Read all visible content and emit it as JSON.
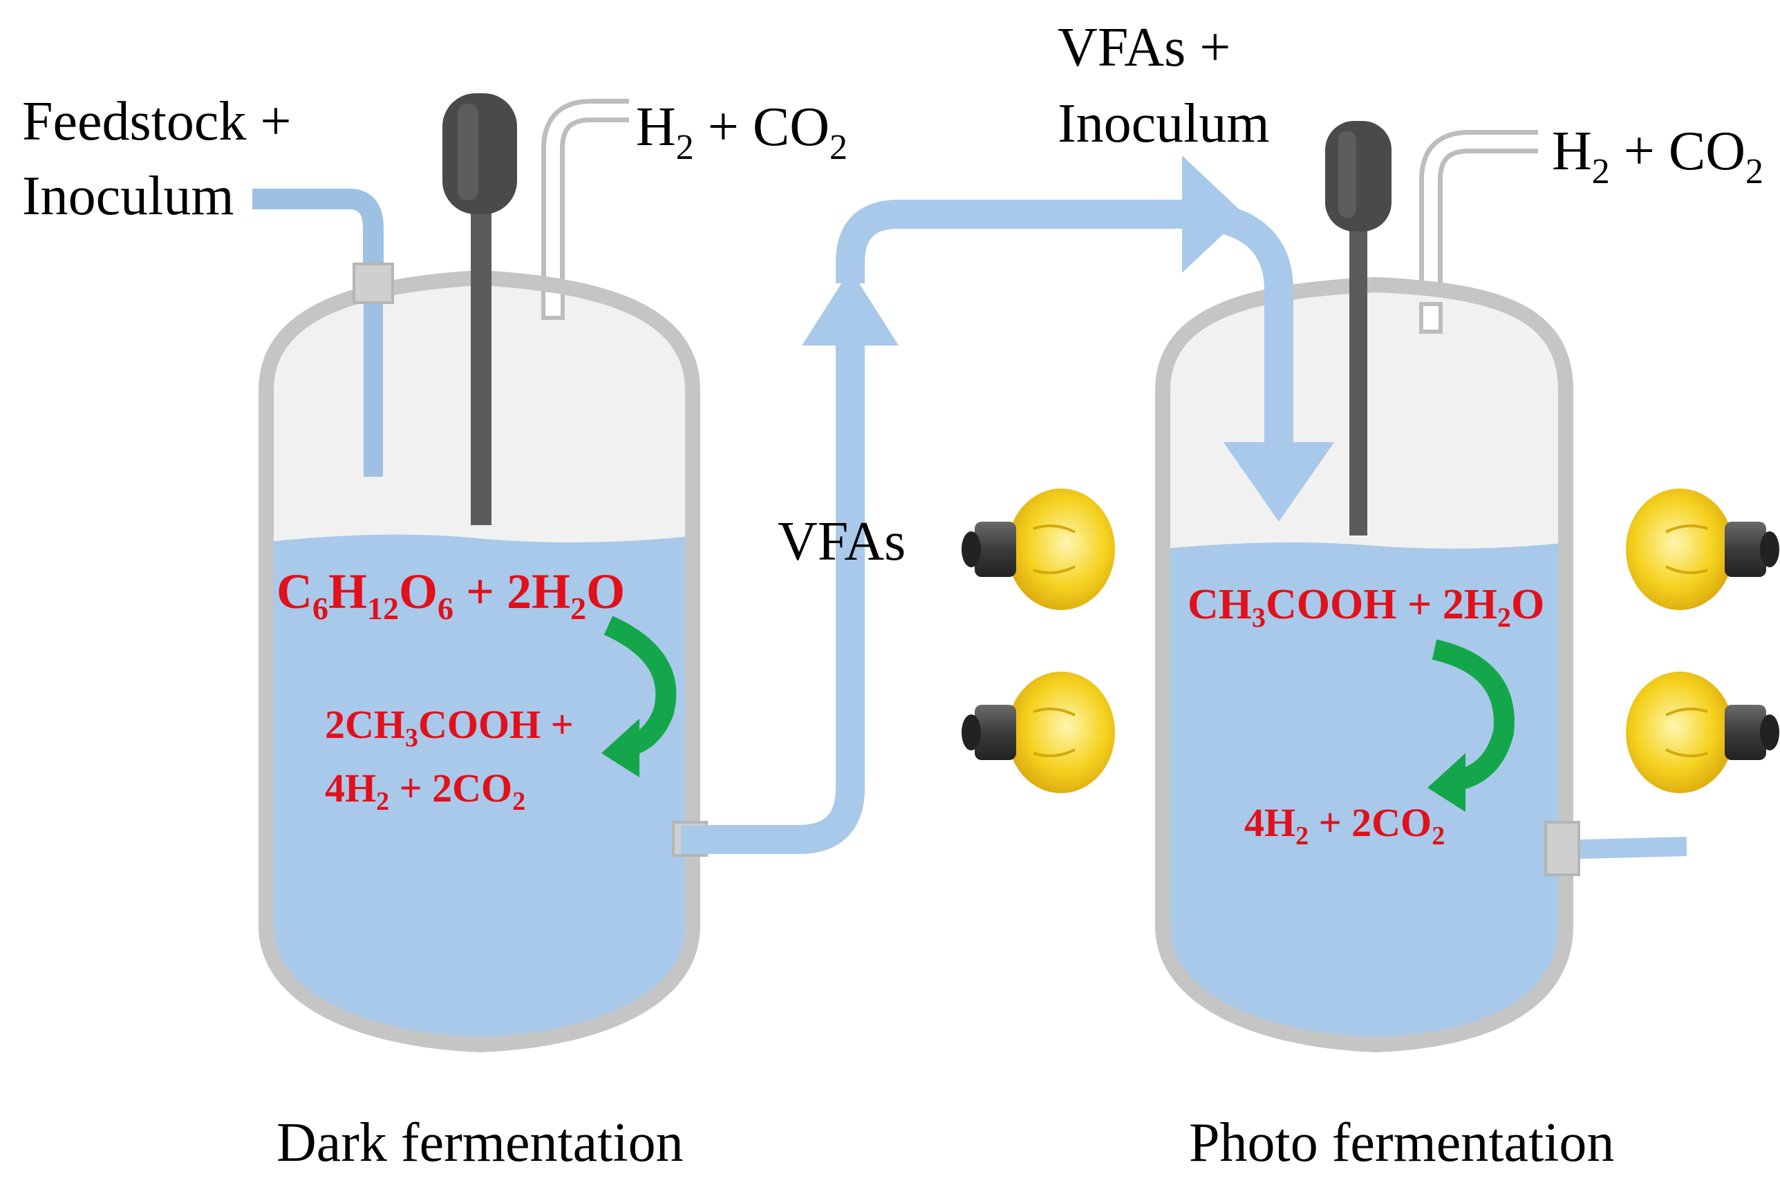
{
  "inputs": {
    "feed_line1": "Feedstock +",
    "feed_line2": "Inoculum",
    "transfer_line1": "VFAs +",
    "transfer_line2": "Inoculum"
  },
  "gas_outputs": {
    "left": {
      "h": "H",
      "sub2": "2",
      "plus": " + CO",
      "subco2": "2"
    },
    "right": {
      "h": "H",
      "sub2": "2",
      "plus": " + CO",
      "subco2": "2"
    }
  },
  "vfa_label": "VFAs",
  "dark": {
    "caption": "Dark fermentation",
    "eq1": {
      "a": "C",
      "s1": "6",
      "b": "H",
      "s2": "12",
      "c": "O",
      "s3": "6",
      "d": " + 2H",
      "s4": "2",
      "e": "O"
    },
    "eq2_line1": {
      "a": "2CH",
      "s1": "3",
      "b": "COOH +"
    },
    "eq2_line2": {
      "a": "4H",
      "s1": "2",
      "b": " + 2CO",
      "s2": "2"
    }
  },
  "photo": {
    "caption": "Photo fermentation",
    "eq1": {
      "a": "CH",
      "s1": "3",
      "b": "COOH + 2H",
      "s2": "2",
      "c": "O"
    },
    "eq2": {
      "a": "4H",
      "s1": "2",
      "b": " + 2CO",
      "s2": "2"
    }
  },
  "colors": {
    "liquid": "#a9c9ea",
    "vessel_gray": "#c5c5c5",
    "reaction_text": "#e2101a",
    "reaction_arrow": "#14a64a",
    "flow_arrow": "#a9c9ea",
    "bulb_yellow": "#f5d21f"
  },
  "icons": [
    "lamp-icon",
    "curved-arrow-icon",
    "flow-arrow-icon",
    "stirrer-icon"
  ]
}
